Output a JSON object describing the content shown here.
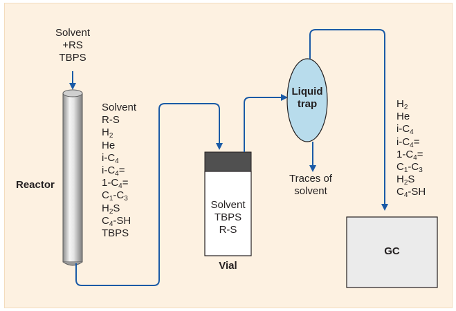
{
  "labels": {
    "feed": [
      "Solvent",
      "+RS",
      "TBPS"
    ],
    "reactor": "Reactor",
    "reactor_contents": [
      {
        "t": "Solvent"
      },
      {
        "t": "R-S"
      },
      {
        "t": "H",
        "sub": "2"
      },
      {
        "t": "He"
      },
      {
        "t": "i-C",
        "sub": "4"
      },
      {
        "t": "i-C",
        "sub": "4",
        "after": "="
      },
      {
        "t": "1-C",
        "sub": "4",
        "after": "="
      },
      {
        "t": "C",
        "sub": "1",
        "mid": "-C",
        "sub2": "3"
      },
      {
        "t": "H",
        "sub": "2",
        "after": "S"
      },
      {
        "t": "C",
        "sub": "4",
        "after": "-SH"
      },
      {
        "t": "TBPS"
      }
    ],
    "vial": "Vial",
    "vial_contents": [
      "Solvent",
      "TBPS",
      "R-S"
    ],
    "trap": [
      "Liquid",
      "trap"
    ],
    "traces": [
      "Traces of",
      "solvent"
    ],
    "gc_stream": [
      {
        "t": "H",
        "sub": "2"
      },
      {
        "t": "He"
      },
      {
        "t": "i-C",
        "sub": "4"
      },
      {
        "t": "i-C",
        "sub": "4",
        "after": "="
      },
      {
        "t": "1-C",
        "sub": "4",
        "after": "="
      },
      {
        "t": "C",
        "sub": "1",
        "mid": "-C",
        "sub2": "3"
      },
      {
        "t": "H",
        "sub": "2",
        "after": "S"
      },
      {
        "t": "C",
        "sub": "4",
        "after": "-SH"
      }
    ],
    "gc": "GC"
  },
  "colors": {
    "background": "#fdf1e1",
    "pipe": "#1a5aa6",
    "text": "#231f20",
    "trap_fill": "#b8dcec",
    "gc_fill": "#ebebeb",
    "vial_cap": "#505050"
  }
}
